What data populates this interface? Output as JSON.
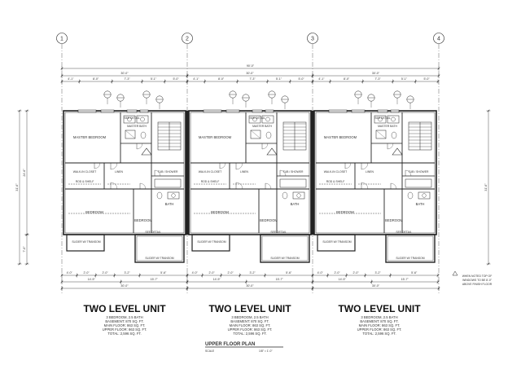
{
  "grid_labels": [
    "1",
    "2",
    "3",
    "4"
  ],
  "overall_dim": "90'-0\"",
  "unit_width_dim": "30'-0\"",
  "top_segment_dims": [
    "4'-1\"",
    "8'-0\"",
    "7'-3\"",
    "5'-1\"",
    "5'-0\""
  ],
  "bottom_segment_dims": [
    "4'-0\"",
    "2'-0\"",
    "2'-0\"",
    "3'-2\"",
    "5'-6\""
  ],
  "bottom_subtotals": [
    "14'-5\"",
    "15'-7\""
  ],
  "side_dims": {
    "left_overall": "31'-6\"",
    "left_upper": "24'-6\"",
    "left_lower": "7'-0\"",
    "right_overall": "31'-6\""
  },
  "room_labels": {
    "master_bedroom": "MASTER BEDROOM",
    "master_bath": "MASTER BATH",
    "walkin_closet": "WALK-IN CLOSET",
    "rod_shelf": "ROD & SHELF",
    "linen": "LINEN",
    "tub_shower": "TUB / SHOWER",
    "bath": "BATH",
    "bedroom": "BEDROOM",
    "see_detail": "SEE DETAIL",
    "slider": "SLIDER W/ TRANSOM"
  },
  "units": [
    {
      "title": "TWO LEVEL UNIT",
      "stats": [
        "3 BEDROOM, 2.5 BATH",
        "BASEMENT: 870 SQ. FT.",
        "MAIN FLOOR: 863 SQ. FT.",
        "UPPER FLOOR: 863 SQ. FT.",
        "TOTAL: 2,596 SQ. FT."
      ]
    },
    {
      "title": "TWO LEVEL UNIT",
      "stats": [
        "3 BEDROOM, 2.5 BATH",
        "BASEMENT: 870 SQ. FT.",
        "MAIN FLOOR: 863 SQ. FT.",
        "UPPER FLOOR: 863 SQ. FT.",
        "TOTAL: 2,596 SQ. FT."
      ]
    },
    {
      "title": "TWO LEVEL UNIT",
      "stats": [
        "3 BEDROOM, 2.5 BATH",
        "BASEMENT: 870 SQ. FT.",
        "MAIN FLOOR: 863 SQ. FT.",
        "UPPER FLOOR: 863 SQ. FT.",
        "TOTAL: 2,596 SQ. FT."
      ]
    }
  ],
  "note": [
    "WHEN NOTED TOP OF",
    "WINDOWS TO BE 8'-0\"",
    "ABOVE FINISH FLOOR"
  ],
  "plan_title": "UPPER FLOOR PLAN",
  "scale_label": "SCALE",
  "scale_value": "1/8\" = 1'-0\""
}
